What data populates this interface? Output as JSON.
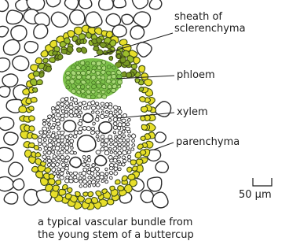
{
  "labels": {
    "sheath_line1": "sheath of",
    "sheath_line2": "sclerenchyma",
    "phloem": "phloem",
    "xylem": "xylem",
    "parenchyma": "parenchyma"
  },
  "scale_bar": {
    "label": "50 μm"
  },
  "caption": {
    "line1": "a typical vascular bundle from",
    "line2": "the young stem of a buttercup"
  },
  "colors": {
    "sclerenchyma": "#e7df2a",
    "sclerenchyma_dark": "#3d4a12",
    "phloem": "#7cc04a",
    "phloem_light": "#a8d877",
    "cell_outline": "#2b2b2b",
    "background": "#ffffff"
  }
}
